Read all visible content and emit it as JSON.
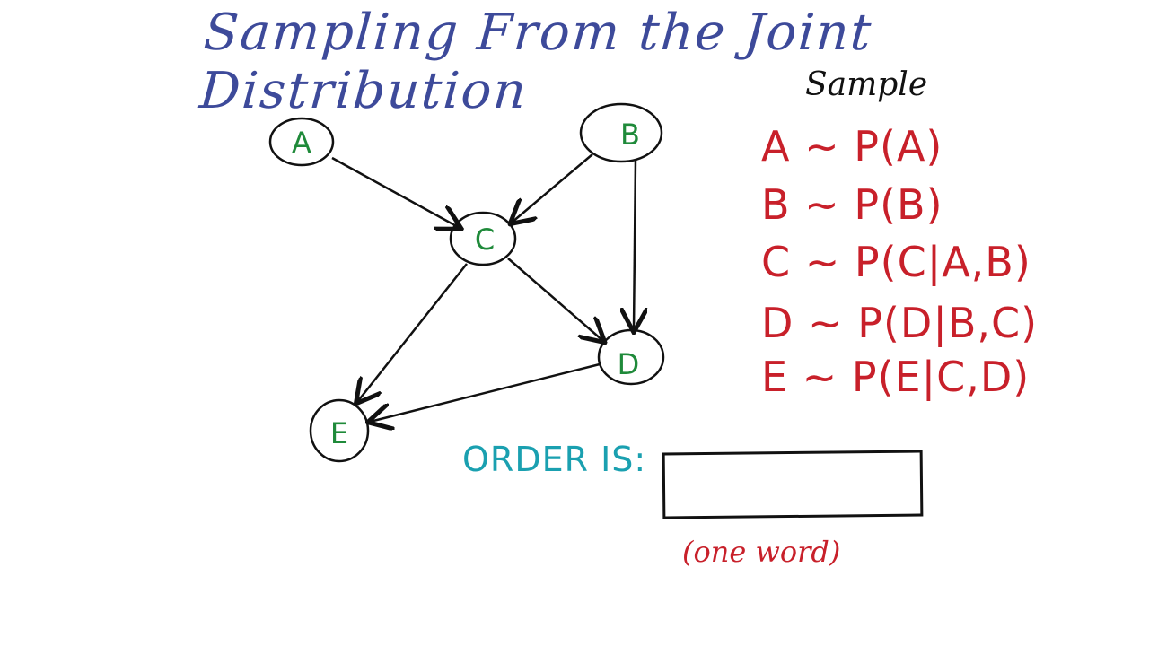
{
  "title": "Sampling From the Joint Distribution",
  "sample_heading": "Sample",
  "nodes": [
    {
      "id": "A",
      "label": "A"
    },
    {
      "id": "B",
      "label": "B"
    },
    {
      "id": "C",
      "label": "C"
    },
    {
      "id": "D",
      "label": "D"
    },
    {
      "id": "E",
      "label": "E"
    }
  ],
  "edges": [
    {
      "from": "A",
      "to": "C"
    },
    {
      "from": "B",
      "to": "C"
    },
    {
      "from": "B",
      "to": "D"
    },
    {
      "from": "C",
      "to": "D"
    },
    {
      "from": "C",
      "to": "E"
    },
    {
      "from": "D",
      "to": "E"
    }
  ],
  "sampling_rules": [
    "A ~ P(A)",
    "B ~ P(B)",
    "C ~ P(C|A,B)",
    "D ~ P(D|B,C)",
    "E ~ P(E|C,D)"
  ],
  "order_label": "ORDER IS:",
  "answer_box_value": "",
  "hint": "(one word)",
  "colors": {
    "title": "#3d4a9a",
    "rules": "#c8202a",
    "nodes": "#1f8a3a",
    "order_label": "#1aa0b0",
    "ink": "#111111"
  }
}
